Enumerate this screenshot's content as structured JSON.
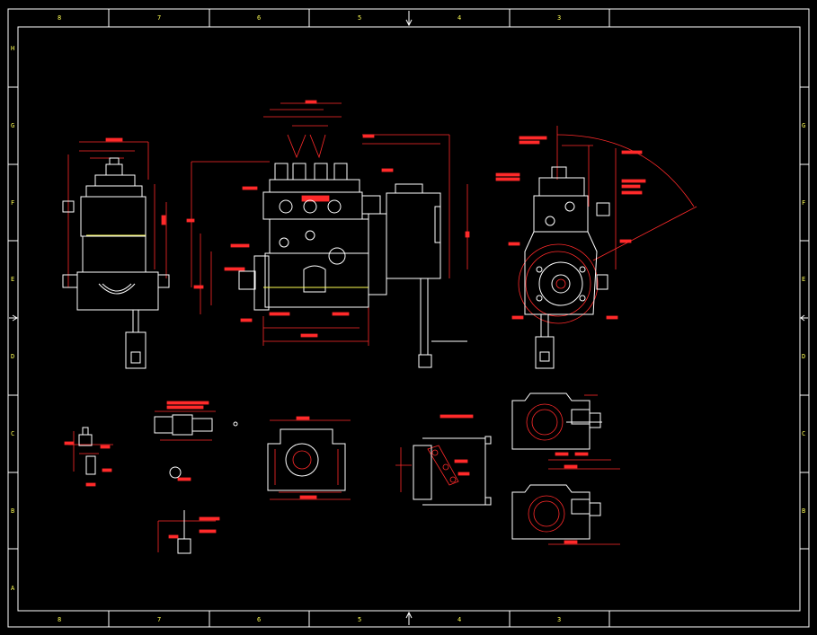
{
  "sheet": {
    "background": "#000000",
    "frame_color": "#ffffff",
    "dimension_color": "#ff2a2a",
    "zone_label_color": "#ffff55"
  },
  "zones": {
    "top_columns": [
      "8",
      "7",
      "6",
      "5",
      "4",
      "3"
    ],
    "bottom_columns": [
      "8",
      "7",
      "6",
      "5",
      "4",
      "3"
    ],
    "left_rows": [
      "H",
      "G",
      "F",
      "E",
      "D",
      "C",
      "B",
      "A"
    ],
    "right_rows": [
      "G",
      "F",
      "E",
      "D",
      "C",
      "B"
    ]
  },
  "views": [
    {
      "id": "side-view-left",
      "icon": "injection-pump-side-view"
    },
    {
      "id": "front-view",
      "icon": "injection-pump-front-view"
    },
    {
      "id": "side-view-right",
      "icon": "injection-pump-end-view"
    },
    {
      "id": "detail-connector",
      "icon": "connector-detail"
    },
    {
      "id": "detail-plunger",
      "icon": "plunger-detail"
    },
    {
      "id": "detail-housing-section",
      "icon": "housing-section"
    },
    {
      "id": "detail-bracket",
      "icon": "bracket-detail"
    },
    {
      "id": "detail-cam-section-upper",
      "icon": "cam-section"
    },
    {
      "id": "detail-cam-section-lower",
      "icon": "cam-section"
    }
  ]
}
